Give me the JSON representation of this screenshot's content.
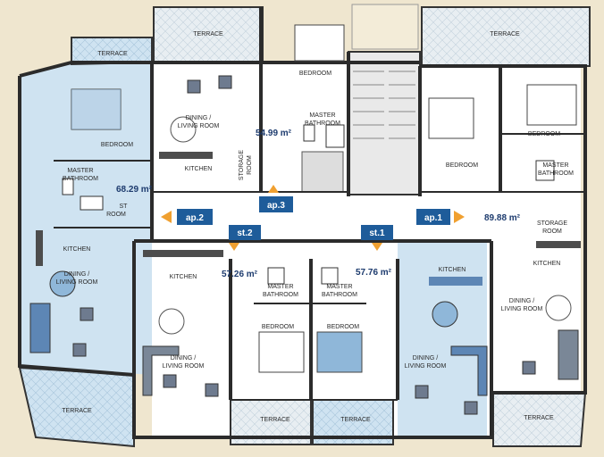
{
  "labels": {
    "terrace": "TERRACE",
    "bedroom": "BEDROOM",
    "kitchen": "KITCHEN",
    "dining": "DINING /",
    "living": "LIVING ROOM",
    "master": "MASTER",
    "bathroom": "BATHROOM",
    "storage": "STORAGE",
    "room": "ROOM",
    "st": "ST"
  },
  "apartments": [
    {
      "tag": "ap.1",
      "area": "89.88 m²"
    },
    {
      "tag": "ap.2",
      "area": "68.29 m²"
    },
    {
      "tag": "ap.3",
      "area": "54.99 m²"
    },
    {
      "tag": "st.1",
      "area": "57.76 m²"
    },
    {
      "tag": "st.2",
      "area": "57.26 m²"
    }
  ],
  "colors": {
    "background": "#efe6cf",
    "blue_floor": "#cfe3f1",
    "tag": "#1e5c9a",
    "arrow": "#f0a030",
    "terrace_tile": "#dbe8f3"
  }
}
